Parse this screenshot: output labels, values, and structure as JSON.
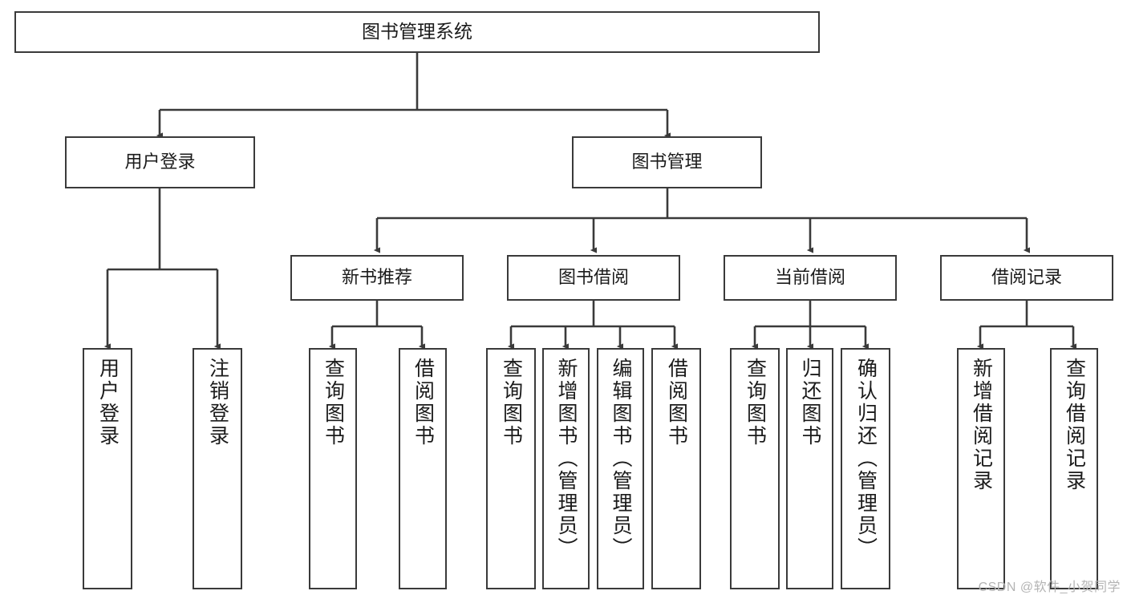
{
  "diagram": {
    "title": "图书管理系统",
    "watermark": "CSDN @软件_小贺同学",
    "colors": {
      "box_border": "#3a3a3a",
      "box_fill": "#ffffff",
      "connector": "#3a3a3a",
      "text": "#1b1b1b",
      "watermark": "#b4b4b4"
    },
    "levels": {
      "root": {
        "label": "图书管理系统"
      },
      "level1": [
        {
          "label": "用户登录"
        },
        {
          "label": "图书管理"
        }
      ],
      "level2": [
        {
          "label": "新书推荐"
        },
        {
          "label": "图书借阅"
        },
        {
          "label": "当前借阅"
        },
        {
          "label": "借阅记录"
        }
      ],
      "leaves": {
        "user_login": [
          {
            "label": "用户登录"
          },
          {
            "label": "注销登录"
          }
        ],
        "new_book_recommend": [
          {
            "label": "查询图书"
          },
          {
            "label": "借阅图书"
          }
        ],
        "book_borrow": [
          {
            "label": "查询图书"
          },
          {
            "label": "新增图书（管理员）"
          },
          {
            "label": "编辑图书（管理员）"
          },
          {
            "label": "借阅图书"
          }
        ],
        "current_borrow": [
          {
            "label": "查询图书"
          },
          {
            "label": "归还图书"
          },
          {
            "label": "确认归还（管理员）"
          }
        ],
        "borrow_record": [
          {
            "label": "新增借阅记录"
          },
          {
            "label": "查询借阅记录"
          }
        ]
      }
    }
  }
}
